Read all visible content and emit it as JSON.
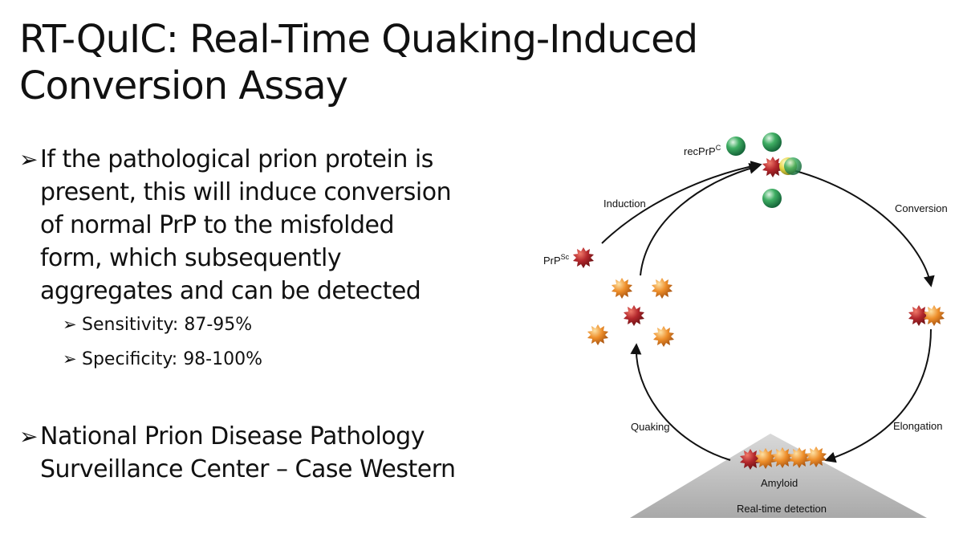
{
  "slide": {
    "title_line1": "RT-QuIC: Real-Time Quaking-Induced",
    "title_line2": "Conversion Assay",
    "bullet_glyph": "➢",
    "bullets": [
      {
        "lines": [
          "If the pathological prion protein is",
          "present, this will induce conversion",
          "of normal PrP to the misfolded",
          "form, which subsequently",
          "aggregates and can be detected"
        ],
        "sub": [
          "Sensitivity: 87-95%",
          "Specificity: 98-100%"
        ]
      },
      {
        "lines": [
          "National Prion Disease Pathology",
          "Surveillance Center – Case Western"
        ]
      }
    ]
  },
  "diagram": {
    "labels": {
      "recprp": "recPrP",
      "recprp_sup": "C",
      "prpsc": "PrP",
      "prpsc_sup": "Sc",
      "induction": "Induction",
      "conversion": "Conversion",
      "quaking": "Quaking",
      "elongation": "Elongation",
      "amyloid": "Amyloid",
      "realtime": "Real-time detection"
    },
    "colors": {
      "normal_protein": "#2e9a55",
      "misfolded_seed": "#a8262a",
      "converted_protein": "#e88a2a",
      "detection_triangle": "#bdbdbd"
    }
  }
}
